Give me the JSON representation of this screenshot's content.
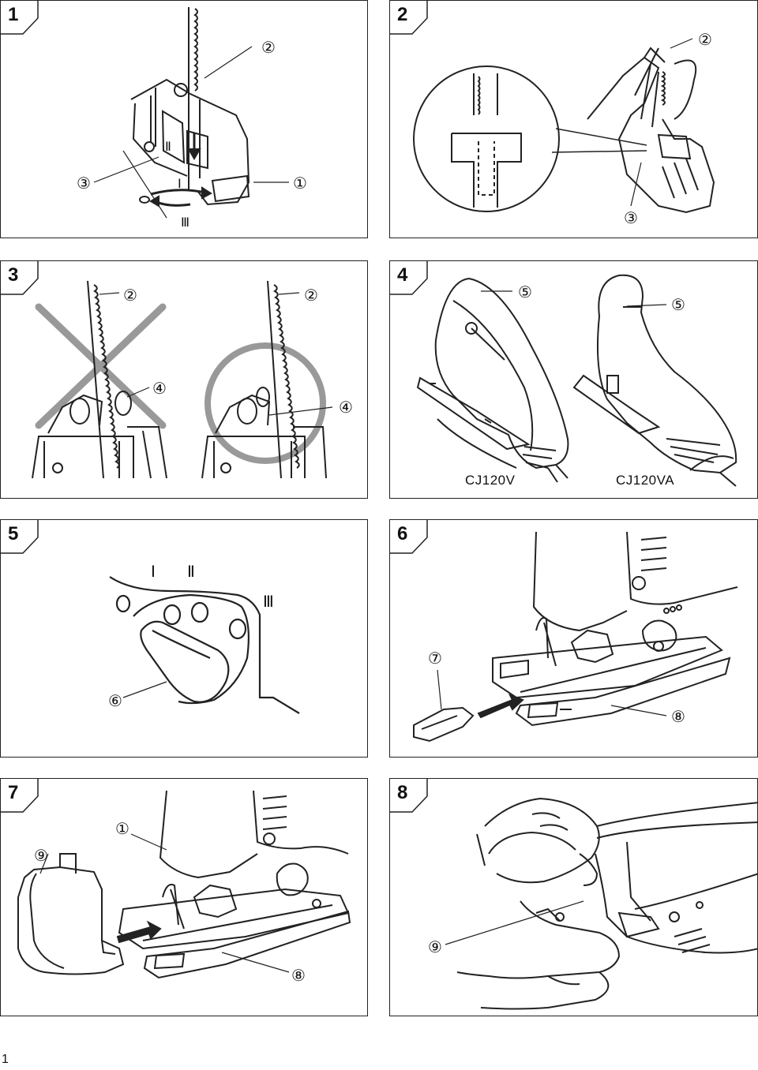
{
  "figures": [
    {
      "number": "1",
      "callouts": [
        "②",
        "Ⅱ",
        "③",
        "Ⅰ",
        "①",
        "Ⅲ"
      ]
    },
    {
      "number": "2",
      "callouts": [
        "②",
        "③"
      ]
    },
    {
      "number": "3",
      "callouts": [
        "②",
        "④",
        "②",
        "④"
      ]
    },
    {
      "number": "4",
      "callouts": [
        "⑤",
        "⑤"
      ],
      "models": [
        "CJ120V",
        "CJ120VA"
      ]
    },
    {
      "number": "5",
      "callouts": [
        "Ⅰ",
        "Ⅱ",
        "Ⅲ",
        "⑥"
      ]
    },
    {
      "number": "6",
      "callouts": [
        "⑦",
        "⑧"
      ]
    },
    {
      "number": "7",
      "callouts": [
        "⑨",
        "①",
        "⑧"
      ]
    },
    {
      "number": "8",
      "callouts": [
        "⑨"
      ]
    }
  ],
  "page_number": "1",
  "colors": {
    "line": "#222222",
    "mark": "#999999"
  }
}
